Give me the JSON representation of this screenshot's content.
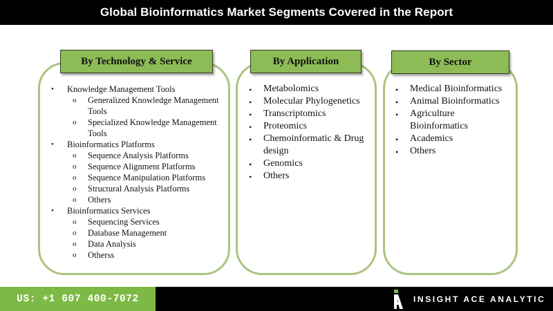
{
  "title": "Global Bioinformatics Market Segments Covered in the Report",
  "segments": {
    "technology": {
      "heading": "By Technology & Service",
      "items": [
        {
          "label": "Knowledge Management Tools",
          "children": [
            "Generalized Knowledge Management Tools",
            "Specialized Knowledge Management Tools"
          ]
        },
        {
          "label": "Bioinformatics Platforms",
          "children": [
            "Sequence Analysis Platforms",
            "Sequence Alignment Platforms",
            "Sequence Manipulation Platforms",
            "Structural Analysis Platforms",
            "Others"
          ]
        },
        {
          "label": "Bioinformatics Services",
          "children": [
            "Sequencing Services",
            "Database Management",
            "Data Analysis",
            "Otherss"
          ]
        }
      ]
    },
    "application": {
      "heading": "By Application",
      "items": [
        "Metabolomics",
        "Molecular Phylogenetics",
        "Transcriptomics",
        "Proteomics",
        "Chemoinformatic & Drug design",
        "Genomics",
        "Others"
      ]
    },
    "sector": {
      "heading": "By Sector",
      "items": [
        "Medical Bioinformatics",
        "Animal Bioinformatics",
        "Agriculture Bioinformatics",
        "Academics",
        "Others"
      ]
    }
  },
  "footer": {
    "phone": "US: +1 607 400-7072",
    "brand": "INSIGHT ACE ANALYTIC",
    "logo_icon": "insight-ace-logo-icon"
  },
  "colors": {
    "header_fill": "#8dbb55",
    "panel_border": "#a9c47f",
    "phone_bg": "#7dba45",
    "bar_bg": "#000000"
  }
}
